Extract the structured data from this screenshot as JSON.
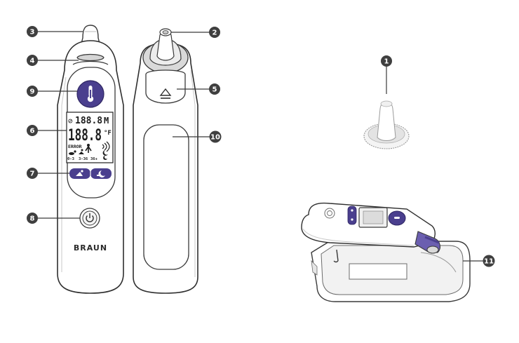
{
  "colors": {
    "accent": "#4a3f8e",
    "outline": "#3a3a3a",
    "callout": "#3f3f3f"
  },
  "callouts": {
    "c1": "1",
    "c2": "2",
    "c3": "3",
    "c4": "4",
    "c5": "5",
    "c6": "6",
    "c7": "7",
    "c8": "8",
    "c9": "9",
    "c10": "10",
    "c11": "11"
  },
  "device": {
    "brand": "BRAUN",
    "lcd": {
      "top_digits": "188.8",
      "memory": "M",
      "main_digits": "188.8",
      "unit": "°F",
      "error": "ERROR",
      "age_0_3": "0-3",
      "age_3_36": "3-36",
      "age_36": "36+"
    }
  },
  "icons": {
    "measure_button": "thermometer-icon",
    "age_buttons": [
      "baby-crawl-icon",
      "moon-icon"
    ],
    "power_button": "power-icon",
    "eject_button": "eject-icon"
  }
}
